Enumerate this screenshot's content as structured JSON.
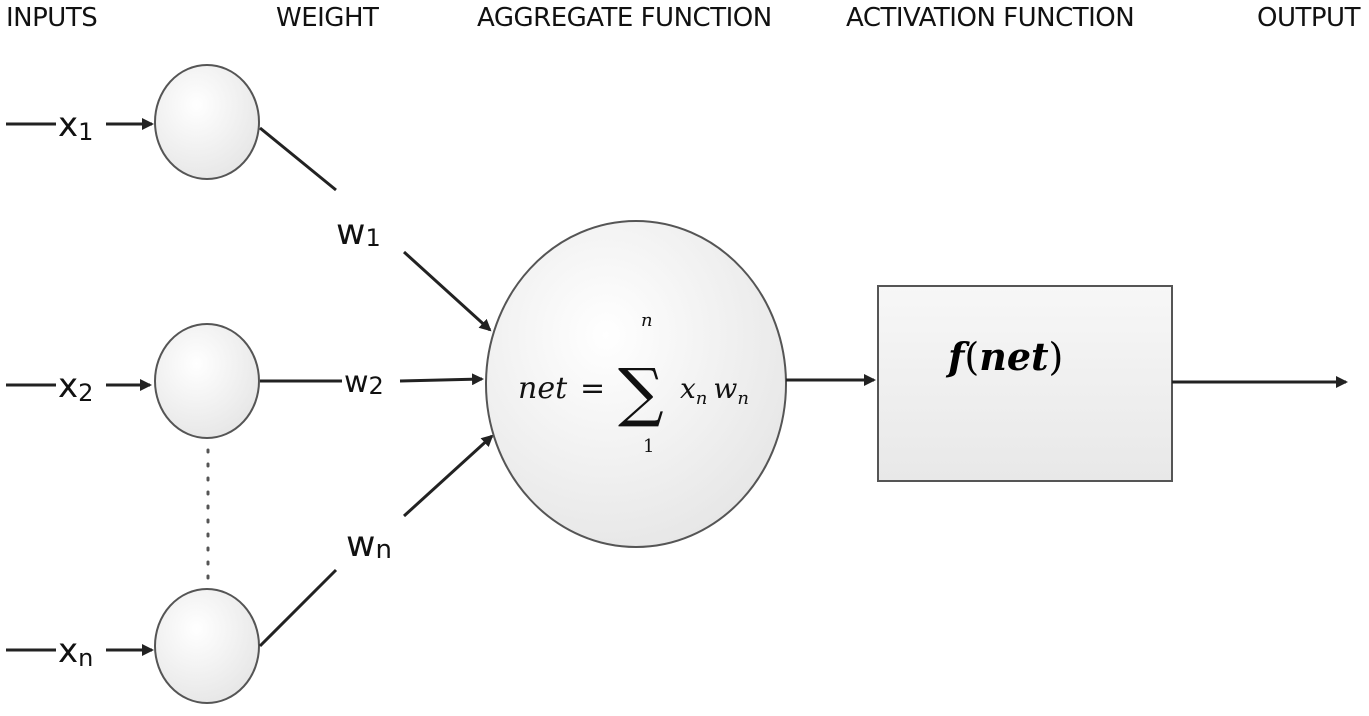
{
  "headers": {
    "inputs": "INPUTS",
    "weight": "WEIGHT",
    "aggregate": "AGGREGATE FUNCTION",
    "activation": "ACTIVATION FUNCTION",
    "output": "OUTPUT"
  },
  "inputs": [
    {
      "base": "x",
      "sub": "1"
    },
    {
      "base": "x",
      "sub": "2"
    },
    {
      "base": "x",
      "sub": "n"
    }
  ],
  "weights": [
    {
      "base": "w",
      "sub": "1"
    },
    {
      "base": "w",
      "sub": "2"
    },
    {
      "base": "w",
      "sub": "n"
    }
  ],
  "aggregate": {
    "lhs": "net",
    "equals": "=",
    "sigma": "∑",
    "upper_limit": "n",
    "lower_limit": "1",
    "term_x": "x",
    "term_x_sub": "n",
    "term_w": "w",
    "term_w_sub": "n"
  },
  "activation": {
    "f": "f",
    "open_paren": "(",
    "arg": "net",
    "close_paren": ")"
  },
  "colors": {
    "node_fill": "#f2f2f2",
    "node_stroke": "#555555",
    "box_fill": "#eeeeee",
    "line": "#222222"
  }
}
